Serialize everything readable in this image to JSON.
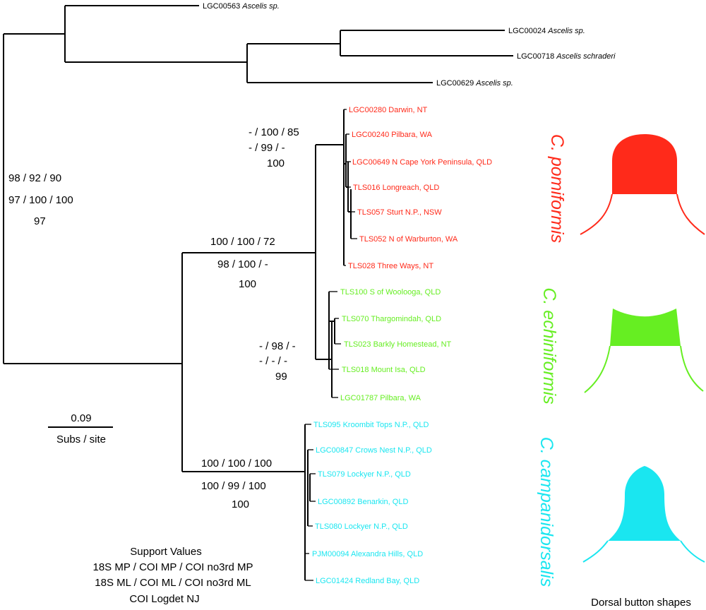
{
  "taxa": [
    {
      "code": "LGC00563",
      "name": "Ascelis sp."
    },
    {
      "code": "LGC00024",
      "name": "Ascelis sp."
    },
    {
      "code": "LGC00718",
      "name": "Ascelis schraderi"
    },
    {
      "code": "LGC00629",
      "name": "Ascelis sp."
    },
    {
      "label": "LGC00280 Darwin, NT"
    },
    {
      "label": "LGC00240 Pilbara, WA"
    },
    {
      "label": "LGC00649 N Cape York Peninsula, QLD"
    },
    {
      "label": "TLS016 Longreach, QLD"
    },
    {
      "label": "TLS057 Sturt N.P., NSW"
    },
    {
      "label": "TLS052 N of Warburton, WA"
    },
    {
      "label": "TLS028 Three Ways, NT"
    },
    {
      "label": "TLS100 S of Woolooga, QLD"
    },
    {
      "label": "TLS070 Thargomindah, QLD"
    },
    {
      "label": "TLS023 Barkly Homestead, NT"
    },
    {
      "label": "TLS018 Mount Isa, QLD"
    },
    {
      "label": "LGC01787 Pilbara, WA"
    },
    {
      "label": "TLS095 Kroombit Tops N.P., QLD"
    },
    {
      "label": "LGC00847 Crows Nest N.P., QLD"
    },
    {
      "label": "TLS079 Lockyer N.P., QLD"
    },
    {
      "label": "LGC00892 Benarkin, QLD"
    },
    {
      "label": "TLS080 Lockyer N.P., QLD"
    },
    {
      "label": "PJM00094 Alexandra Hills, QLD"
    },
    {
      "label": "LGC01424 Redland Bay, QLD"
    }
  ],
  "support": {
    "root": [
      "98 /  92  /  90",
      "97 / 100 / 100",
      "97"
    ],
    "pomiformis": [
      "-  / 100 / 85",
      "-  /  99  /  -",
      "100"
    ],
    "red_green": [
      "100 / 100 / 72",
      "98 / 100 / -",
      "100"
    ],
    "echiniformis": [
      "-  / 98 /  -",
      "-  /  -  /  -",
      "99"
    ],
    "campanidorsalis": [
      "100 / 100 / 100",
      "100 /  99  / 100",
      "100"
    ]
  },
  "clades": {
    "pomiformis": "C. pomiformis",
    "echiniformis": "C. echiniformis",
    "campanidorsalis": "C. campanidorsalis"
  },
  "colors": {
    "pomiformis": "#ff2a1a",
    "echiniformis": "#66ee22",
    "campanidorsalis": "#1ae6f0"
  },
  "scale": {
    "value": "0.09",
    "unit": "Subs / site"
  },
  "legend": {
    "title": "Support Values",
    "line1": "18S MP / COI MP / COI no3rd MP",
    "line2": "18S ML / COI ML / COI no3rd ML",
    "line3": "COI Logdet NJ"
  },
  "shapes_caption": "Dorsal button shapes"
}
